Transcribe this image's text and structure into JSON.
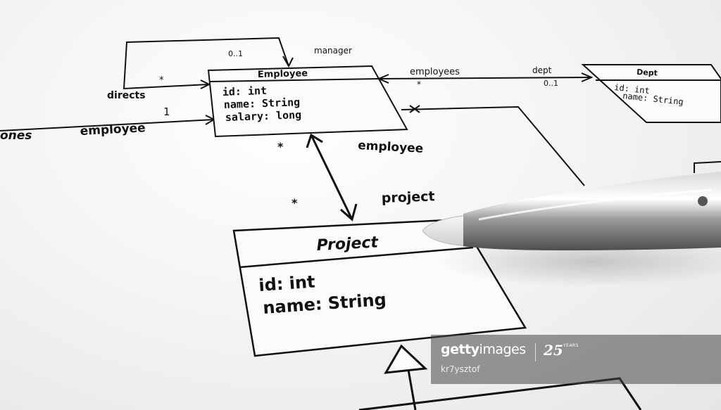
{
  "diagram": {
    "employee_class": {
      "title": "Employee",
      "attributes": [
        "id: int",
        "name: String",
        "salary: long"
      ]
    },
    "project_class": {
      "title": "Project",
      "attributes": [
        "id: int",
        "name: String"
      ]
    },
    "dept_class": {
      "title": "Dept",
      "attributes": [
        "id: int",
        "name: String"
      ]
    },
    "labels": {
      "manager_mult": "0..1",
      "manager": "manager",
      "directs_mult": "*",
      "directs": "directs",
      "phones": "ones",
      "employee_left": "employee",
      "employee_left_mult": "1",
      "employees": "employees",
      "employees_mult": "*",
      "dept": "dept",
      "dept_mult": "0..1",
      "employee_mid": "employee",
      "employee_mid_mult": "*",
      "project": "project",
      "project_mult": "*"
    }
  },
  "watermark": {
    "brand_bold": "getty",
    "brand_light": "images",
    "years_number": "25",
    "years_label": "YEARS",
    "credit": "kr7ysztof"
  },
  "colors": {
    "ink": "#111111",
    "paper": "#f4f4f4",
    "pen_body": "#9a9a9a"
  }
}
